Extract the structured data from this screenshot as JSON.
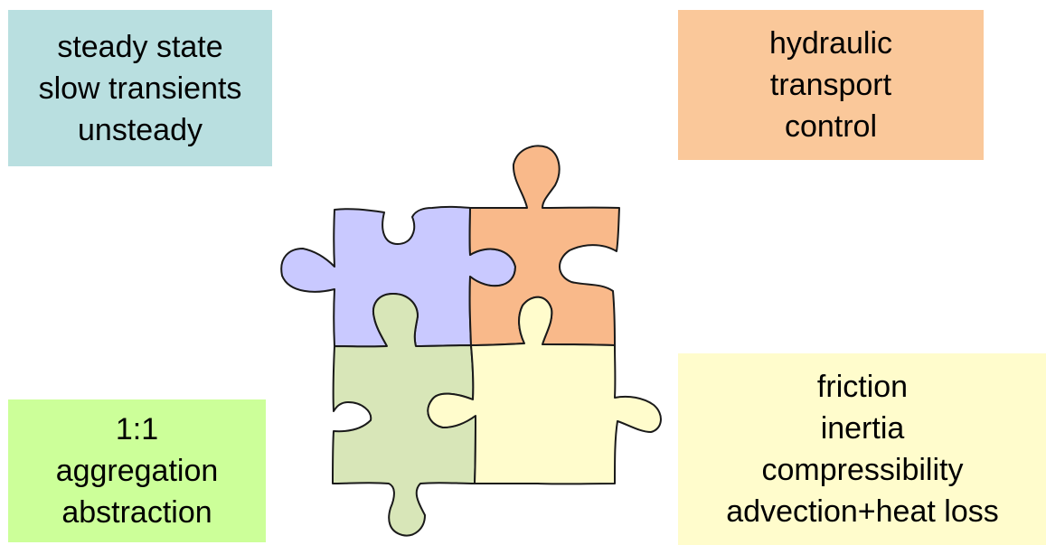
{
  "colors": {
    "teal_box": "#b9dfe0",
    "orange_box": "#fac89a",
    "green_box": "#ccff99",
    "yellow_box": "#fffccc",
    "piece_blue": "#c9c9ff",
    "piece_orange": "#f9b98a",
    "piece_green": "#d8e6b8",
    "piece_yellow": "#fffccc",
    "outline": "#1a1a1a"
  },
  "boxes": {
    "top_left": {
      "lines": [
        "steady state",
        "slow transients",
        "unsteady"
      ]
    },
    "top_right": {
      "lines": [
        "hydraulic",
        "transport",
        "control"
      ]
    },
    "bottom_left": {
      "lines": [
        "1:1",
        "aggregation",
        "abstraction"
      ]
    },
    "bottom_right": {
      "lines": [
        "friction",
        "inertia",
        "compressibility",
        "advection+heat loss"
      ]
    }
  },
  "puzzle": {
    "pieces": [
      {
        "name": "puzzle-piece-blue",
        "color_key": "piece_blue"
      },
      {
        "name": "puzzle-piece-orange",
        "color_key": "piece_orange"
      },
      {
        "name": "puzzle-piece-green",
        "color_key": "piece_green"
      },
      {
        "name": "puzzle-piece-yellow",
        "color_key": "piece_yellow"
      }
    ]
  }
}
